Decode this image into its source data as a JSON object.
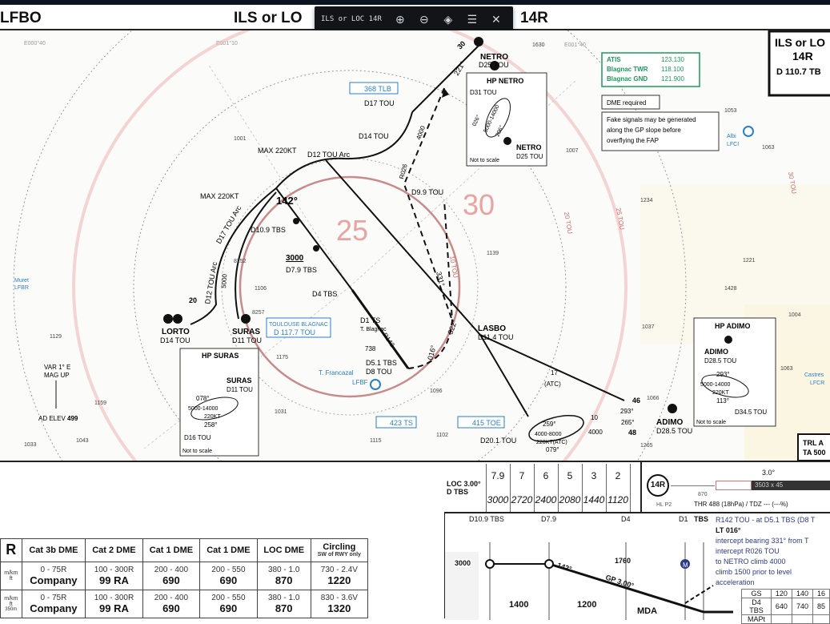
{
  "header": {
    "airport": "LFBO",
    "title": "ILS or LO",
    "title_suffix": "14R"
  },
  "toolbar": {
    "label": "ILS or LOC 14R",
    "buttons": [
      {
        "icon": "zoom-in-icon",
        "glyph": "⊕"
      },
      {
        "icon": "zoom-out-icon",
        "glyph": "⊖"
      },
      {
        "icon": "recenter-icon",
        "glyph": "◈"
      },
      {
        "icon": "layers-icon",
        "glyph": "☰"
      },
      {
        "icon": "close-icon",
        "glyph": "✕"
      }
    ]
  },
  "colors": {
    "toolbar_bg": "#121417",
    "frequency_green": "#1a9a5a",
    "navaid_blue": "#2a7fc8",
    "msa_red": "#d24a4a",
    "route_black": "#111111"
  },
  "map": {
    "coords": [
      "E000°40",
      "E001°10",
      "E001°40"
    ],
    "id_box": {
      "line1": "ILS or LO",
      "line2": "14R",
      "line3": "D 110.7 TB"
    },
    "freqs": [
      {
        "name": "ATIS",
        "freq": "123.130"
      },
      {
        "name": "Blagnac TWR",
        "freq": "118.100"
      },
      {
        "name": "Blagnac GND",
        "freq": "121.900"
      }
    ],
    "notes": [
      "DME required",
      "Fake signals may be generated",
      "along the GP slope before",
      "overflying the FAP"
    ],
    "sectors": [
      "25",
      "30"
    ],
    "waypoints": [
      {
        "name": "NETRO",
        "dist": "D25 TOU"
      },
      {
        "name": "LORTO",
        "dist": "D14 TOU"
      },
      {
        "name": "SURAS",
        "dist": "D11 TOU"
      },
      {
        "name": "LASBO",
        "dist": "D11.4 TOU"
      },
      {
        "name": "ADIMO",
        "dist": "D28.5 TOU"
      }
    ],
    "labels": {
      "tlb": "368 TLB",
      "d17": "D17 TOU",
      "d14": "D14 TOU",
      "max1": "MAX 220KT",
      "d12arc": "D12 TOU Arc",
      "max2": "MAX 220KT",
      "d17arc": "D17 TOU Arc",
      "d12arc2": "D12 TOU Arc",
      "d109": "D10.9 TBS",
      "alt3000": "3000",
      "d79": "D7.9 TBS",
      "d4": "D4 TBS",
      "vor_name": "TOULOUSE BLAGNAC",
      "vor_freq": "D 117.7 TOU",
      "d1": "D1 TS",
      "blagnac": "T. Blagnac",
      "d51": "D5.1 TBS",
      "d8": "D8 TOU",
      "francazal": "T. Francazal",
      "lfbf": "LFBF",
      "ts423": "423 TS",
      "toe415": "415 TOE",
      "d201": "D20.1 TOU",
      "d99": "D9.9 TOU",
      "var": "VAR 1° E",
      "magup": "MAG UP",
      "adelev": "AD ELEV",
      "adelev_val": "499",
      "muret": "Muret",
      "lfbr": "LFBR",
      "albi": "Albi",
      "lfci": "LFCI",
      "castres": "Castres",
      "lfcr": "LFCR",
      "trl": "TRL A",
      "ta": "TA 500",
      "hdg221": "221°",
      "hdg142": "142°",
      "hdg331": "331°",
      "hdg322": "322°",
      "hdg016": "016°",
      "r026": "R026",
      "alt4000": "4000",
      "alt5000": "5000",
      "h30": "30",
      "h20": "20",
      "h46": "46",
      "h48": "48",
      "r142": "R142",
      "d10tou": "10 TOU",
      "d20tou": "20 TOU",
      "d25tou": "25 TOU",
      "d30tou": "30 TOU",
      "r17": "17",
      "atc": "(ATC)",
      "r10": "10",
      "n738": "738"
    },
    "holds": [
      {
        "title": "HP NETRO",
        "inb": "D31 TOU",
        "fix": "NETRO",
        "fixd": "D25 TOU",
        "alt": "5000-14000",
        "spd": "220KT",
        "hdg1": "026°",
        "hdg2": "206°",
        "note": "Not to scale"
      },
      {
        "title": "HP SURAS",
        "inb": "",
        "fix": "SURAS",
        "fixd": "D11 TOU",
        "alt": "5000-14000",
        "spd": "220KT",
        "hdg1": "078°",
        "hdg2": "258°",
        "extra": "D16 TOU",
        "note": "Not to scale"
      },
      {
        "title": "HP ADIMO",
        "inb": "",
        "fix": "ADIMO",
        "fixd": "D28.5 TOU",
        "alt": "5000-14000",
        "spd": "220KT",
        "hdg1": "293°",
        "hdg2": "113°",
        "extra": "D34.5 TOU",
        "note": "Not to scale"
      }
    ],
    "hold_lasbo": {
      "alt": "4000-8000",
      "spd": "220KT(ATC)",
      "hdg1": "259°",
      "hdg2": "079°",
      "alt2": "4000",
      "hdg3": "293°",
      "hdg4": "265°"
    },
    "elevations": [
      "1001",
      "1007",
      "1053",
      "1063",
      "1234",
      "1139",
      "1221",
      "1428",
      "1004",
      "1037",
      "1063",
      "1129",
      "1159",
      "1175",
      "1106",
      "1031",
      "1096",
      "1115",
      "1102",
      "1043",
      "1033",
      "1066",
      "1265",
      "1630",
      "8257",
      "8252"
    ]
  },
  "minima": {
    "rwy": "R",
    "headers": [
      "Cat 3b DME",
      "Cat 2 DME",
      "Cat 1 DME",
      "Cat 1 DME",
      "LOC DME",
      "Circling"
    ],
    "circling_note": "SW of RWY only",
    "units": [
      "m/km",
      "ft"
    ],
    "rows": [
      [
        {
          "v": "0 - 75R",
          "b": "Company"
        },
        {
          "v": "100 - 300R",
          "b": "99 RA"
        },
        {
          "v": "200 - 400",
          "b": "690"
        },
        {
          "v": "200 - 550",
          "b": "690"
        },
        {
          "v": "380 - 1.0",
          "b": "870"
        },
        {
          "v": "730 - 2.4V",
          "b": "1220"
        }
      ],
      [
        {
          "v": "0 - 75R",
          "b": "Company"
        },
        {
          "v": "100 - 300R",
          "b": "99 RA"
        },
        {
          "v": "200 - 400",
          "b": "690"
        },
        {
          "v": "200 - 550",
          "b": "690"
        },
        {
          "v": "380 - 1.0",
          "b": "870"
        },
        {
          "v": "830 - 3.6V",
          "b": "1320"
        }
      ]
    ],
    "footnote": "350m"
  },
  "loc_table": {
    "h1": "LOC 3.00°",
    "h2": "D TBS",
    "dist": [
      "7.9",
      "7",
      "6",
      "5",
      "3",
      "2"
    ],
    "alt": [
      "3000",
      "2720",
      "2400",
      "2080",
      "1440",
      "1120"
    ]
  },
  "runway": {
    "id": "14R",
    "gp": "3.0°",
    "dims": "3503 x 45",
    "elev": "870",
    "hl": "HL P2",
    "thr": "THR 488 (18hPa) / TDZ --- (---%)"
  },
  "profile": {
    "fixes": [
      "D10.9 TBS",
      "D7.9",
      "D4",
      "D1",
      "TBS"
    ],
    "alt_start": "3000",
    "track": "142°",
    "alt_d4": "1760",
    "gp": "GP 3.00°",
    "msa": [
      "1400",
      "1200"
    ],
    "mda": "MDA",
    "map_marker": "M"
  },
  "missed": [
    "R142 TOU - at D5.1 TBS (D8 T",
    "LT 016°",
    "intercept bearing 331° from T",
    "intercept R026 TOU",
    "to NETRO climb 4000",
    "climb 1500 prior to level",
    "acceleration"
  ],
  "gs_table": {
    "rows": [
      [
        "GS",
        "120",
        "140",
        "16"
      ],
      [
        "D4 TBS",
        "640",
        "740",
        "85"
      ],
      [
        "MAPt",
        "",
        "",
        ""
      ]
    ]
  }
}
